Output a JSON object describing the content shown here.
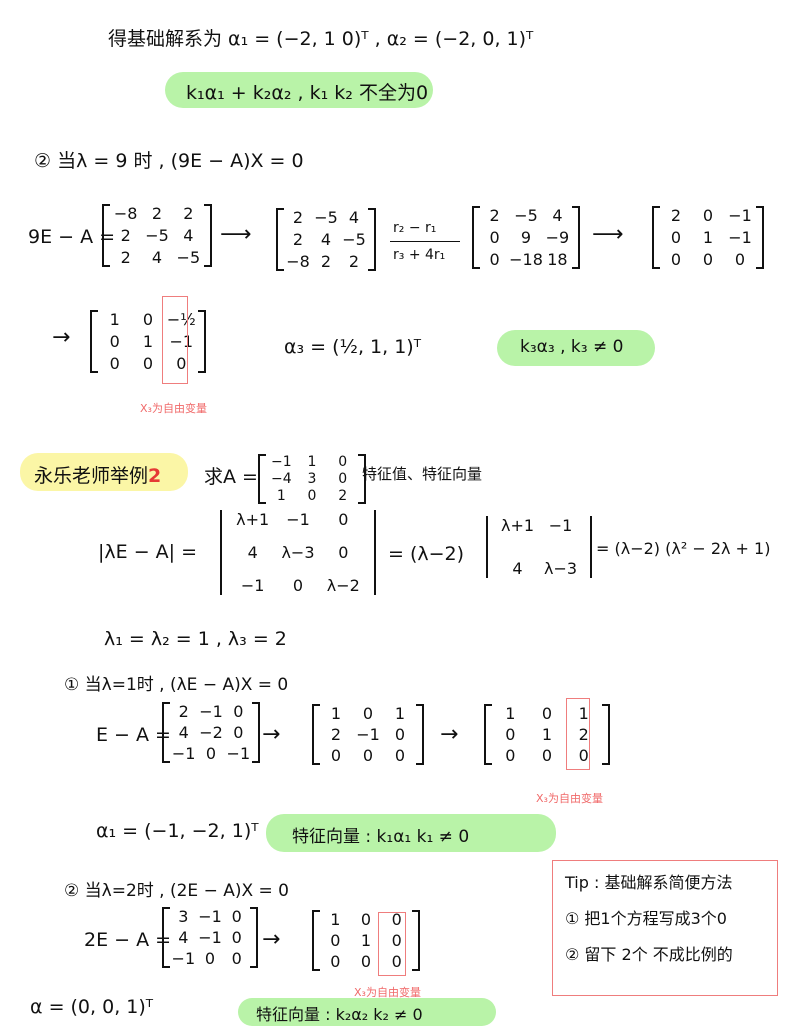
{
  "line1": "得基础解系为 α₁ = (−2, 1  0)ᵀ ,  α₂ = (−2, 0, 1)ᵀ",
  "green1": "k₁α₁ + k₂α₂ , k₁ k₂ 不全为0",
  "step2_header": "② 当λ = 9 时 ,   (9E − A)X = 0",
  "lbl_9EA": "9E − A =",
  "m1": [
    "−8",
    "2",
    "2",
    "2",
    "−5",
    "4",
    "2",
    "4",
    "−5"
  ],
  "m2": [
    "2",
    "−5",
    "4",
    "2",
    "4",
    "−5",
    "−8",
    "2",
    "2"
  ],
  "row_ops": [
    "r₂ − r₁",
    "r₃ + 4r₁"
  ],
  "m3": [
    "2",
    "−5",
    "4",
    "0",
    "9",
    "−9",
    "0",
    "−18",
    "18"
  ],
  "m4": [
    "2",
    "0",
    "−1",
    "0",
    "1",
    "−1",
    "0",
    "0",
    "0"
  ],
  "m5": [
    "1",
    "0",
    "−½",
    "0",
    "1",
    "−1",
    "0",
    "0",
    "0"
  ],
  "alpha3": "α₃ = (½, 1, 1)ᵀ",
  "green2": "k₃α₃ , k₃ ≠ 0",
  "note_free": "X₃为自由变量",
  "example_title_a": "永乐老师举例",
  "example_title_b": "2",
  "example_q_a": "求A =",
  "A": [
    "−1",
    "1",
    "0",
    "−4",
    "3",
    "0",
    "1",
    "0",
    "2"
  ],
  "example_q_b": "特征值、特征向量",
  "det_lbl": "|λE − A| =",
  "det3": [
    "λ+1",
    "−1",
    "0",
    "4",
    "λ−3",
    "0",
    "−1",
    "0",
    "λ−2"
  ],
  "eq_factor": "= (λ−2)",
  "det2": [
    "λ+1",
    "−1",
    "4",
    "λ−3"
  ],
  "eq_result": "= (λ−2) (λ² − 2λ + 1)",
  "lambdas": "λ₁ = λ₂ = 1 ,  λ₃ = 2",
  "case1_header": "① 当λ=1时 , (λE − A)X = 0",
  "lbl_EA": "E − A =",
  "e1": [
    "2",
    "−1",
    "0",
    "4",
    "−2",
    "0",
    "−1",
    "0",
    "−1"
  ],
  "e2": [
    "1",
    "0",
    "1",
    "2",
    "−1",
    "0",
    "0",
    "0",
    "0"
  ],
  "e3": [
    "1",
    "0",
    "1",
    "0",
    "1",
    "2",
    "0",
    "0",
    "0"
  ],
  "alpha1": "α₁ = (−1, −2, 1)ᵀ",
  "green3": "特征向量 :  k₁α₁     k₁ ≠ 0",
  "case2_header": "② 当λ=2时 , (2E − A)X = 0",
  "lbl_2EA": "2E − A =",
  "f1": [
    "3",
    "−1",
    "0",
    "4",
    "−1",
    "0",
    "−1",
    "0",
    "0"
  ],
  "f2": [
    "1",
    "0",
    "0",
    "0",
    "1",
    "0",
    "0",
    "0",
    "0"
  ],
  "alpha_last": "α = (0, 0, 1)ᵀ",
  "green4": "特征向量 :  k₂α₂     k₂ ≠ 0",
  "tip_title": "Tip : 基础解系简便方法",
  "tip_1": "① 把1个方程写成3个0",
  "tip_2": "② 留下 2个 不成比例的",
  "arrow": "⟶",
  "arrow_short": "→"
}
